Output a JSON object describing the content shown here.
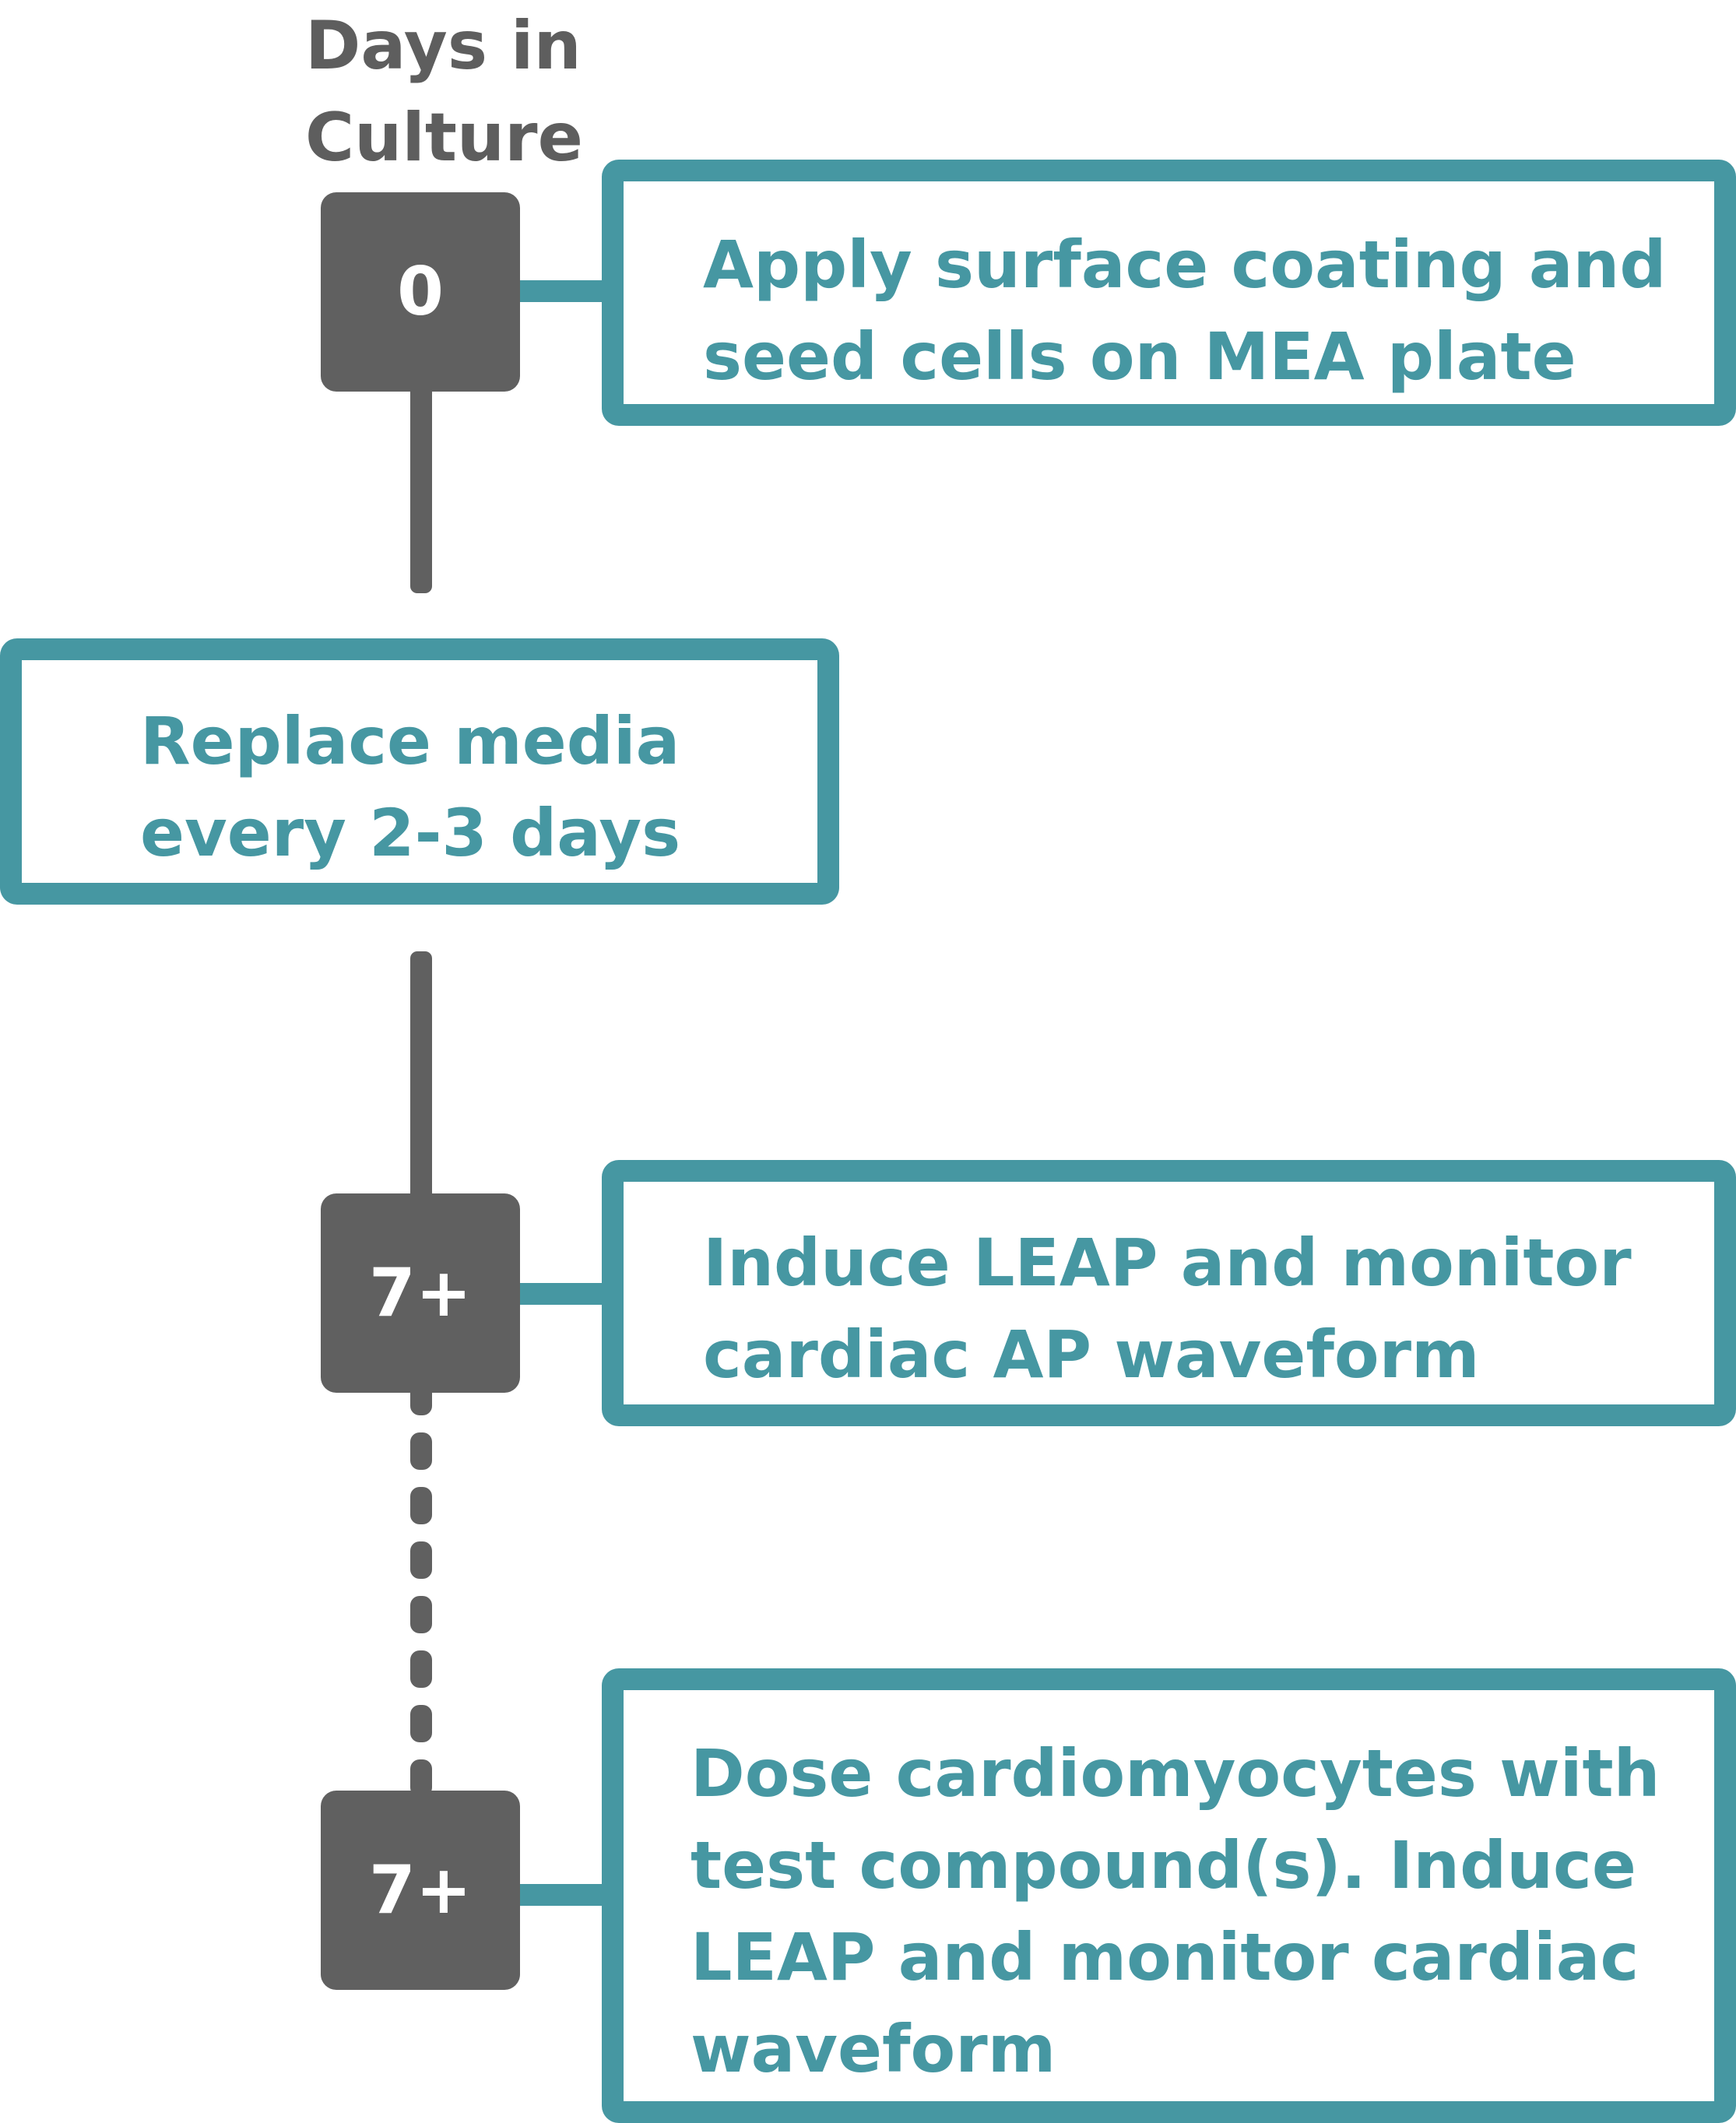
{
  "header": {
    "line1": "Days in",
    "line2": "Culture"
  },
  "days": [
    {
      "label": "0"
    },
    {
      "label": "7+"
    },
    {
      "label": "7+"
    }
  ],
  "steps": [
    {
      "text": "Apply surface coating and\nseed cells on MEA plate"
    },
    {
      "text": "Replace media\nevery 2-3 days"
    },
    {
      "text": "Induce LEAP and monitor\ncardiac AP waveform"
    },
    {
      "text": "Dose cardiomyocytes with\ntest compound(s).  Induce\nLEAP and monitor cardiac\nwaveform"
    }
  ],
  "colors": {
    "accent": "#4697a2",
    "day_box": "#606060",
    "text_dark": "#5e5e5e"
  }
}
